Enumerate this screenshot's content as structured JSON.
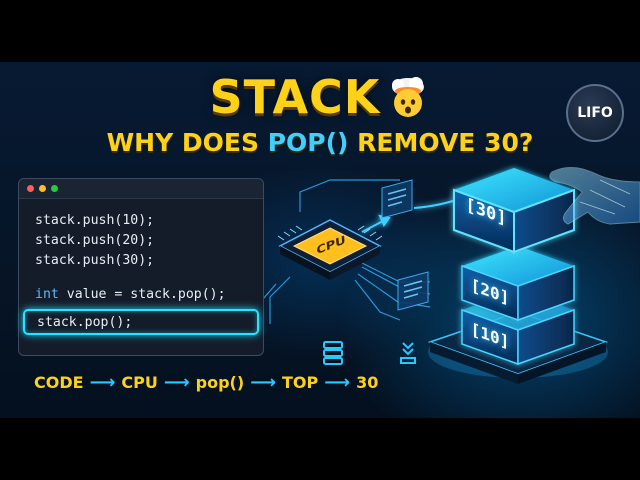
{
  "title": "STACK",
  "subtitle": {
    "before": "WHY DOES ",
    "highlight": "POP()",
    "after": " REMOVE 30?"
  },
  "badge": "LIFO",
  "code_lines": [
    "stack.push(10);",
    "stack.push(20);",
    "stack.push(30);"
  ],
  "code_line_int_keyword": "int",
  "code_line_int_rest": " value = stack.pop();",
  "code_active_line": "stack.pop();",
  "cpu_label": "CPU",
  "stack_blocks": [
    "[30]",
    "[20]",
    "[10]"
  ],
  "flow": [
    "CODE",
    "CPU",
    "pop()",
    "TOP",
    "30"
  ],
  "colors": {
    "title": "#ffd21a",
    "accent": "#3fd0ff",
    "glow": "#27e5ff",
    "background": "#061527"
  },
  "icons": [
    "exploding-head-icon",
    "window-dots-icon",
    "cpu-chip-icon",
    "database-icon",
    "download-icon",
    "robot-hand-icon"
  ]
}
